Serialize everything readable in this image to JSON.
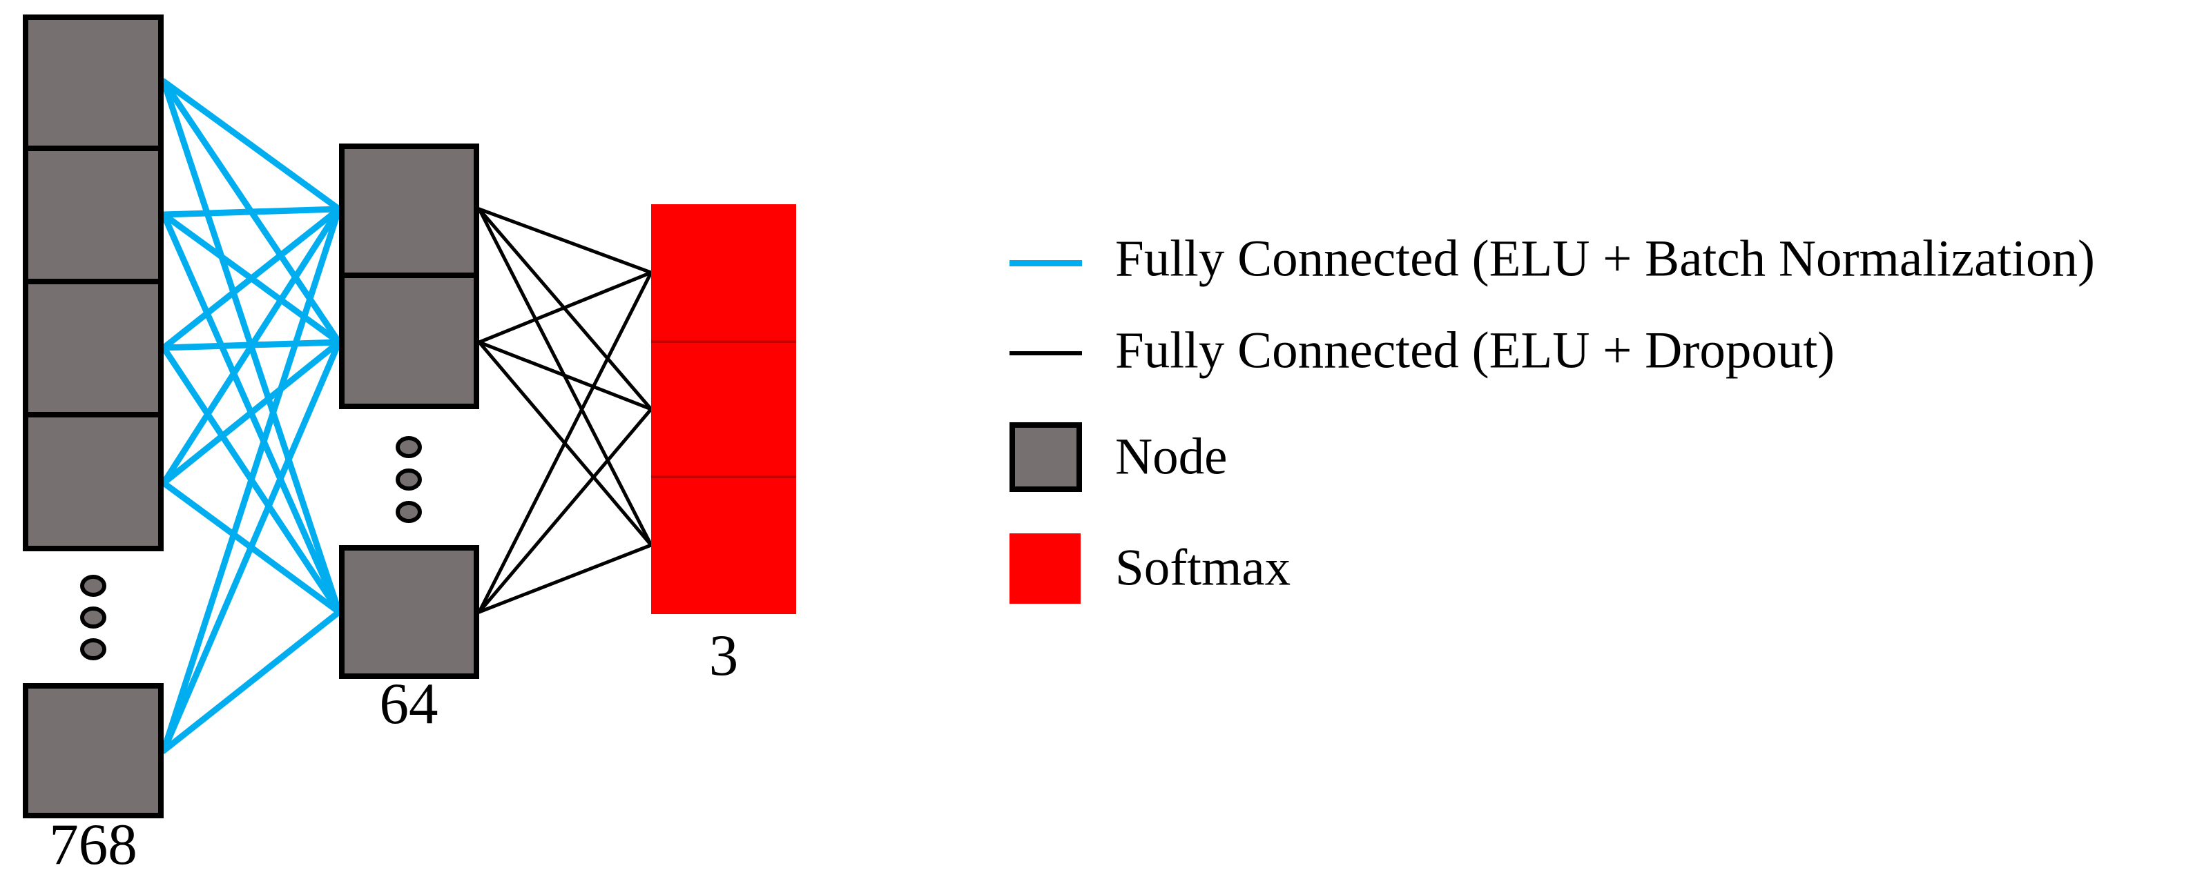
{
  "colors": {
    "background": "#FFFFFF",
    "node_fill": "#767170",
    "node_border": "#000000",
    "softmax_fill": "#FE0000",
    "softmax_divider": "#C80000",
    "fc_batchnorm": "#00AEEF",
    "fc_dropout": "#000000",
    "text": "#000000"
  },
  "layers": [
    {
      "id": "input",
      "label": "768",
      "visible_nodes": 5,
      "has_ellipsis": true,
      "kind": "node"
    },
    {
      "id": "hidden",
      "label": "64",
      "visible_nodes": 3,
      "has_ellipsis": true,
      "kind": "node"
    },
    {
      "id": "output",
      "label": "3",
      "visible_nodes": 3,
      "has_ellipsis": false,
      "kind": "softmax"
    }
  ],
  "connections": [
    {
      "from": "input",
      "to": "hidden",
      "type": "Fully Connected (ELU + Batch Normalization)",
      "color_key": "fc_batchnorm",
      "stroke_width": 9
    },
    {
      "from": "hidden",
      "to": "output",
      "type": "Fully Connected (ELU + Dropout)",
      "color_key": "fc_dropout",
      "stroke_width": 5
    }
  ],
  "legend": {
    "items": [
      {
        "type": "line",
        "color_key": "fc_batchnorm",
        "label": "Fully Connected (ELU + Batch Normalization)"
      },
      {
        "type": "line",
        "color_key": "fc_dropout",
        "label": "Fully Connected (ELU + Dropout)"
      },
      {
        "type": "box",
        "color_key": "node_fill",
        "bordered": true,
        "label": "Node"
      },
      {
        "type": "box",
        "color_key": "softmax_fill",
        "bordered": false,
        "label": "Softmax"
      }
    ]
  }
}
